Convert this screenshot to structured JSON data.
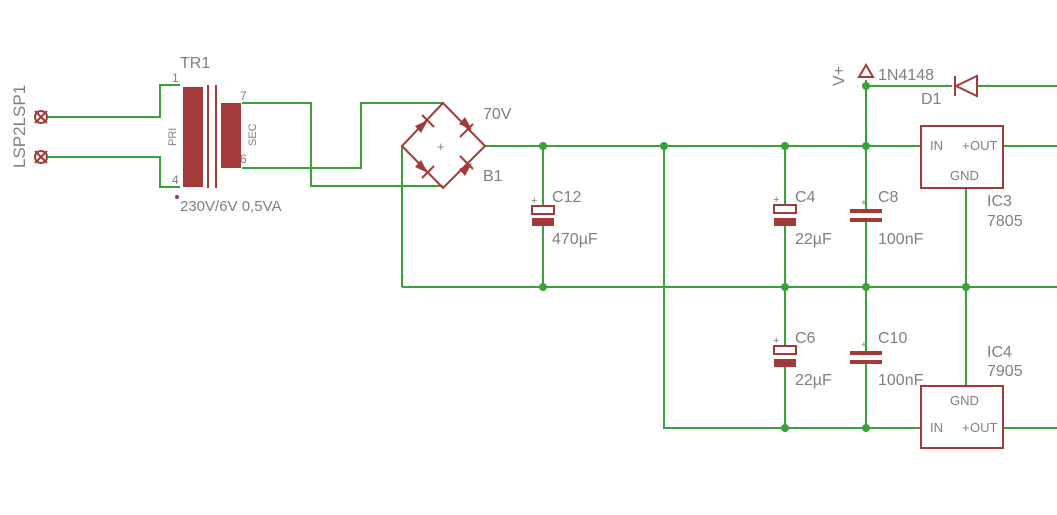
{
  "components": {
    "transformer": {
      "ref": "TR1",
      "value": "230V/6V 0,5VA",
      "pin_pri_top": "1",
      "pin_pri_bot": "4",
      "pin_sec_top": "7",
      "pin_sec_bot": "6",
      "pri_label": "PRI",
      "sec_label": "SEC"
    },
    "connectors": {
      "ref": "LSP2LSP1"
    },
    "bridge": {
      "ref": "B1",
      "value": "70V",
      "plus": "+"
    },
    "c12": {
      "ref": "C12",
      "value": "470µF"
    },
    "c4": {
      "ref": "C4",
      "value": "22µF"
    },
    "c8": {
      "ref": "C8",
      "value": "100nF"
    },
    "c6": {
      "ref": "C6",
      "value": "22µF"
    },
    "c10": {
      "ref": "C10",
      "value": "100nF"
    },
    "ic3": {
      "ref": "IC3",
      "value": "7805",
      "pin_in": "IN",
      "pin_out": "OUT",
      "pin_gnd": "GND"
    },
    "ic4": {
      "ref": "IC4",
      "value": "7905",
      "pin_in": "IN",
      "pin_out": "OUT",
      "pin_gnd": "GND"
    },
    "d1": {
      "ref": "D1",
      "value": "1N4148"
    },
    "supply": {
      "label": "V+"
    },
    "cap_plus": "+"
  },
  "colors": {
    "wire": "#3aa23a",
    "part": "#a23a3a",
    "text": "#7f7f7f"
  }
}
